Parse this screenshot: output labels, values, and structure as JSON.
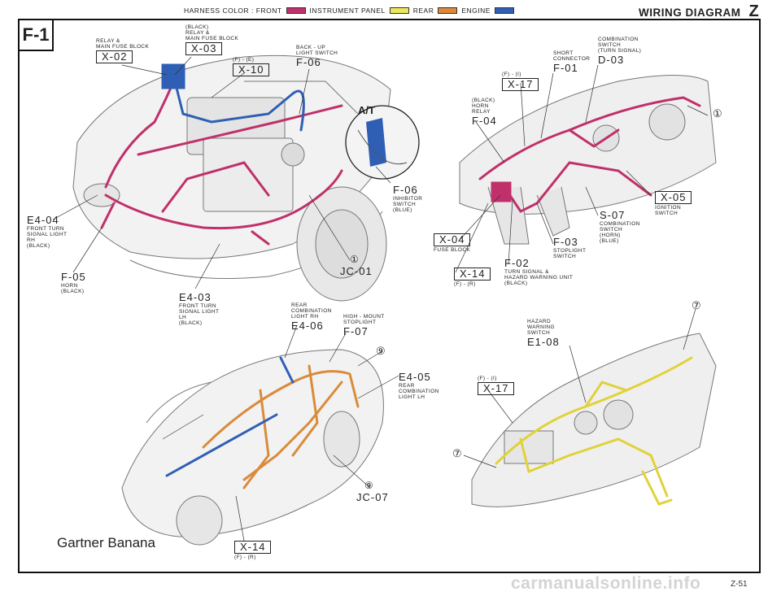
{
  "header": {
    "harness_label": "HARNESS COLOR : FRONT",
    "legend": [
      {
        "label": "INSTRUMENT PANEL",
        "color": "#e8e85a"
      },
      {
        "label": "REAR",
        "color": "#d98b3a"
      },
      {
        "label": "ENGINE",
        "color": "#2f5fb5"
      }
    ],
    "front_color": "#c0306a",
    "title": "WIRING DIAGRAM",
    "title_letter": "Z"
  },
  "sheet_id": "F-1",
  "labels": {
    "x02": {
      "desc": [
        "RELAY &",
        "MAIN FUSE BLOCK"
      ],
      "code": "X-02"
    },
    "x03": {
      "desc": [
        "(BLACK)",
        "RELAY &",
        "MAIN FUSE BLOCK"
      ],
      "code": "X-03"
    },
    "x10": {
      "pre": "(F) - (E)",
      "code": "X-10"
    },
    "f06a": {
      "desc": [
        "BACK - UP",
        "LIGHT SWITCH"
      ],
      "code": "F-06"
    },
    "at": "A/T",
    "f06b": {
      "code": "F-06",
      "desc": [
        "INHIBITOR",
        "SWITCH",
        "(BLUE)"
      ]
    },
    "e404": {
      "code": "E4-04",
      "desc": [
        "FRONT TURN",
        "SIGNAL LIGHT",
        "RH",
        "(BLACK)"
      ]
    },
    "f05": {
      "code": "F-05",
      "desc": [
        "HORN",
        "(BLACK)"
      ]
    },
    "e403": {
      "code": "E4-03",
      "desc": [
        "FRONT TURN",
        "SIGNAL LIGHT",
        "LH",
        "(BLACK)"
      ]
    },
    "jc01": {
      "circ": "①",
      "code": "JC-01"
    },
    "d03": {
      "desc": [
        "COMBINATION",
        "SWITCH",
        "(TURN SIGNAL)"
      ],
      "code": "D-03"
    },
    "f01": {
      "desc": [
        "SHORT",
        "CONNECTOR"
      ],
      "code": "F-01"
    },
    "x17a": {
      "pre": "(F) - (I)",
      "code": "X-17"
    },
    "f04": {
      "desc": [
        "(BLACK)",
        "HORN",
        "RELAY"
      ],
      "code": "F-04"
    },
    "circ1": "①",
    "x05": {
      "code": "X-05",
      "desc": [
        "IGNITION",
        "SWITCH"
      ]
    },
    "s07": {
      "code": "S-07",
      "desc": [
        "COMBINATION",
        "SWITCH",
        "(HORN)",
        "(BLUE)"
      ]
    },
    "x04": {
      "code": "X-04",
      "desc": [
        "FUSE BLOCK"
      ]
    },
    "f03": {
      "code": "F-03",
      "desc": [
        "STOPLIGHT",
        "SWITCH"
      ]
    },
    "x14a": {
      "code": "X-14",
      "post": "(F) - (R)"
    },
    "f02": {
      "code": "F-02",
      "desc": [
        "TURN SIGNAL &",
        "HAZARD WARNING UNIT",
        "(BLACK)"
      ]
    },
    "e406": {
      "desc": [
        "REAR",
        "COMBINATION",
        "LIGHT RH"
      ],
      "code": "E4-06"
    },
    "f07": {
      "desc": [
        "HIGH - MOUNT",
        "STOPLIGHT"
      ],
      "code": "F-07"
    },
    "circ9a": "⑨",
    "e405": {
      "code": "E4-05",
      "desc": [
        "REAR",
        "COMBINATION",
        "LIGHT LH"
      ]
    },
    "jc07": {
      "circ": "⑨",
      "code": "JC-07"
    },
    "x14b": {
      "code": "X-14",
      "post": "(F) - (R)"
    },
    "e108": {
      "desc": [
        "HAZARD",
        "WARNING",
        "SWITCH"
      ],
      "code": "E1-08"
    },
    "circ7a": "⑦",
    "x17b": {
      "pre": "(F) - (I)",
      "code": "X-17"
    },
    "circ7b": "⑦"
  },
  "watermark": "Gartner Banana",
  "footer_site": "carmanualsonline.info",
  "page_number": "Z-51"
}
